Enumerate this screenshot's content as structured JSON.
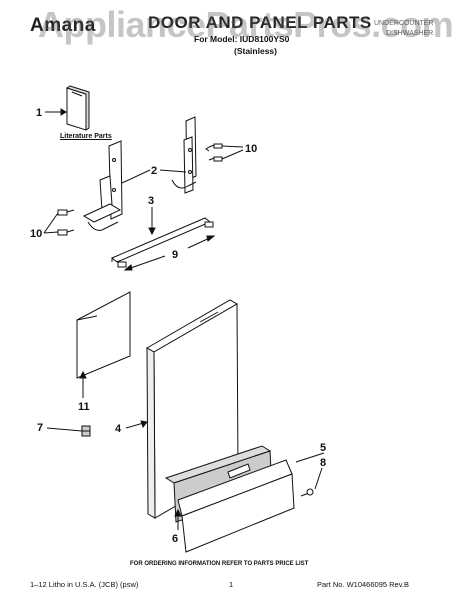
{
  "header": {
    "brand": "Amana",
    "title": "DOOR AND PANEL PARTS",
    "model_line": "For Model: IUD8100YS0",
    "finish": "(Stainless)",
    "right_line1": "UNDERCOUNTER",
    "right_line2": "DISHWASHER"
  },
  "watermark": "AppliancePartsPros.com",
  "literature_label": "Literature Parts",
  "callouts": {
    "c1": "1",
    "c2": "2",
    "c3": "3",
    "c4": "4",
    "c5": "5",
    "c6": "6",
    "c7": "7",
    "c8": "8",
    "c9": "9",
    "c10_right": "10",
    "c10_left": "10",
    "c11": "11"
  },
  "footer": {
    "ordering_note": "FOR ORDERING INFORMATION REFER TO PARTS PRICE LIST",
    "litho": "1–12 Litho in U.S.A. (JCB) (psw)",
    "page": "1",
    "part_no": "Part No. W10466095 Rev.B"
  }
}
